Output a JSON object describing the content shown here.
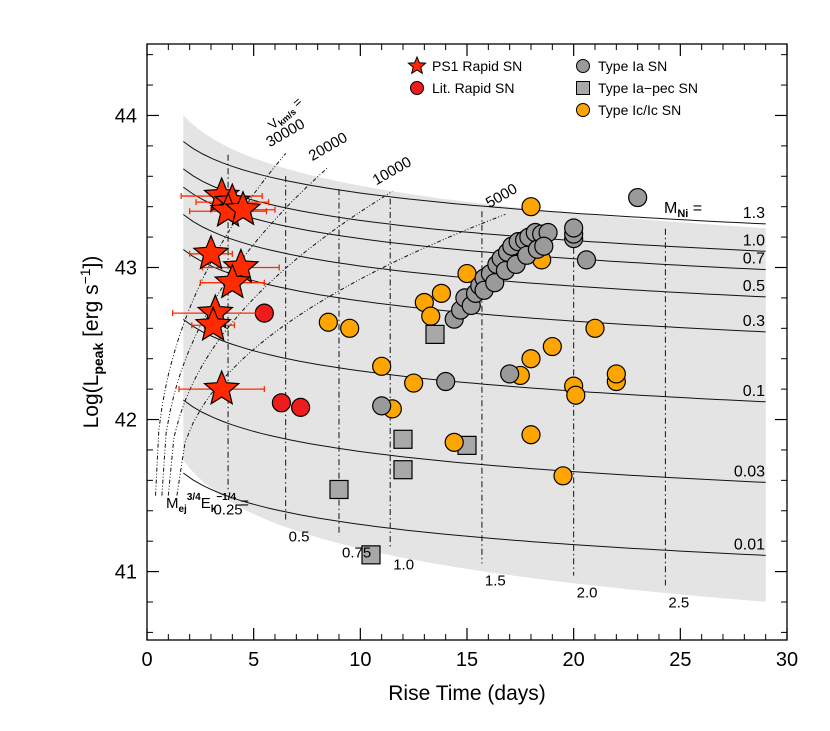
{
  "chart_data": {
    "type": "scatter",
    "xlabel": "Rise Time (days)",
    "ylabel": "Log(L",
    "ylabel_sub": "peak",
    "ylabel_unit": " [erg s",
    "ylabel_sup": "−1",
    "ylabel_end": "])",
    "xlim": [
      0,
      30
    ],
    "ylim": [
      40.55,
      44.47
    ],
    "x_ticks": [
      0,
      5,
      10,
      15,
      20,
      25,
      30
    ],
    "y_ticks": [
      41,
      42,
      43,
      44
    ],
    "legend_position": "top-right",
    "legend": [
      {
        "label": "PS1 Rapid SN",
        "marker": "star",
        "color": "#ff2a00"
      },
      {
        "label": "Lit. Rapid SN",
        "marker": "circle",
        "color": "#ee1c1c"
      },
      {
        "label": "Type Ia SN",
        "marker": "circle",
        "color": "#9a9a9a"
      },
      {
        "label": "Type Ia−pec SN",
        "marker": "square",
        "color": "#a8a8a8"
      },
      {
        "label": "Type Ic/Ic SN",
        "marker": "circle",
        "color": "#ffa500"
      }
    ],
    "colors": {
      "shade": "#e4e4e4",
      "ps1": "#ff2a00",
      "lit": "#ee1c1c",
      "ia": "#9a9a9a",
      "iapec": "#a8a8a8",
      "ic": "#ffa500",
      "errbar": "#ff2a00"
    },
    "series": [
      {
        "name": "PS1 Rapid SN",
        "marker": "star",
        "points": [
          [
            3.5,
            43.47,
            1.9
          ],
          [
            4.0,
            43.43,
            1.7
          ],
          [
            3.8,
            43.37,
            1.8
          ],
          [
            4.5,
            43.38,
            1.5
          ],
          [
            3.0,
            43.09,
            1.0
          ],
          [
            4.4,
            43.0,
            1.8
          ],
          [
            4.0,
            42.9,
            1.5
          ],
          [
            3.2,
            42.7,
            2.0
          ],
          [
            3.1,
            42.62,
            1.0
          ],
          [
            3.5,
            42.2,
            2.0
          ]
        ]
      },
      {
        "name": "Lit. Rapid SN",
        "marker": "circle",
        "points": [
          [
            5.5,
            42.7
          ],
          [
            6.3,
            42.11
          ],
          [
            7.2,
            42.08
          ]
        ]
      },
      {
        "name": "Type Ia SN",
        "marker": "circle",
        "points": [
          [
            14.4,
            42.66
          ],
          [
            14.7,
            42.72
          ],
          [
            14.9,
            42.8
          ],
          [
            15.2,
            42.75
          ],
          [
            15.4,
            42.83
          ],
          [
            15.6,
            42.88
          ],
          [
            15.8,
            42.93
          ],
          [
            16.1,
            42.96
          ],
          [
            16.4,
            43.02
          ],
          [
            16.6,
            43.06
          ],
          [
            16.9,
            43.1
          ],
          [
            17.1,
            43.14
          ],
          [
            17.4,
            43.17
          ],
          [
            17.7,
            43.18
          ],
          [
            17.9,
            43.2
          ],
          [
            18.2,
            43.23
          ],
          [
            18.5,
            43.22
          ],
          [
            18.8,
            43.23
          ],
          [
            15.8,
            42.85
          ],
          [
            16.3,
            42.9
          ],
          [
            16.8,
            42.98
          ],
          [
            17.3,
            43.02
          ],
          [
            17.8,
            43.08
          ],
          [
            18.3,
            43.12
          ],
          [
            18.6,
            43.14
          ],
          [
            20.0,
            43.19
          ],
          [
            20.0,
            43.22
          ],
          [
            20.0,
            43.26
          ],
          [
            20.6,
            43.05
          ],
          [
            23.0,
            43.46
          ],
          [
            17.0,
            42.3
          ],
          [
            14.0,
            42.25
          ],
          [
            11.0,
            42.09
          ]
        ]
      },
      {
        "name": "Type Ia−pec SN",
        "marker": "square",
        "points": [
          [
            13.5,
            42.56
          ],
          [
            12.0,
            41.87
          ],
          [
            12.0,
            41.67
          ],
          [
            15.0,
            41.83
          ],
          [
            9.0,
            41.54
          ],
          [
            10.5,
            41.11
          ]
        ]
      },
      {
        "name": "Type Ic/Ic SN",
        "marker": "circle",
        "points": [
          [
            8.5,
            42.64
          ],
          [
            9.5,
            42.6
          ],
          [
            11.0,
            42.35
          ],
          [
            11.5,
            42.07
          ],
          [
            12.5,
            42.24
          ],
          [
            13.0,
            42.77
          ],
          [
            13.3,
            42.68
          ],
          [
            13.8,
            42.83
          ],
          [
            15.0,
            42.96
          ],
          [
            14.4,
            41.85
          ],
          [
            17.5,
            42.29
          ],
          [
            18.0,
            42.4
          ],
          [
            18.0,
            41.9
          ],
          [
            18.0,
            43.4
          ],
          [
            18.5,
            43.05
          ],
          [
            19.0,
            42.48
          ],
          [
            19.5,
            41.63
          ],
          [
            20.0,
            42.22
          ],
          [
            20.1,
            42.16
          ],
          [
            21.0,
            42.6
          ],
          [
            22.0,
            42.25
          ],
          [
            22.0,
            42.3
          ]
        ]
      }
    ],
    "mni_curves": [
      {
        "label": "1.3",
        "at30": 43.28
      },
      {
        "label": "1.0",
        "at30": 43.1
      },
      {
        "label": "0.7",
        "at30": 42.98
      },
      {
        "label": "0.5",
        "at30": 42.8
      },
      {
        "label": "0.3",
        "at30": 42.57
      },
      {
        "label": "0.1",
        "at30": 42.11
      },
      {
        "label": "0.03",
        "at30": 41.58
      },
      {
        "label": "0.01",
        "at30": 41.1
      }
    ],
    "shade_band": {
      "upper_at2": 43.96,
      "upper_at30": 43.25,
      "lower_at2": 41.68,
      "lower_at30": 40.79,
      "x_start": 1.7,
      "x_end": 29.0
    },
    "ejecta_lines": [
      {
        "label": "0.25",
        "x": 3.8
      },
      {
        "label": "0.5",
        "x": 6.5
      },
      {
        "label": "0.75",
        "x": 9.0
      },
      {
        "label": "1.0",
        "x": 11.4
      },
      {
        "label": "1.5",
        "x": 15.7
      },
      {
        "label": "2.0",
        "x": 20.0
      },
      {
        "label": "2.5",
        "x": 24.3
      }
    ],
    "velocity_curves": [
      {
        "label": "30000",
        "x0": 0.4,
        "x1": 6.5
      },
      {
        "label": "20000",
        "x0": 0.7,
        "x1": 8.5
      },
      {
        "label": "10000",
        "x0": 1.0,
        "x1": 11.5
      },
      {
        "label": "5000",
        "x0": 1.4,
        "x1": 16.8
      }
    ],
    "annotations": {
      "mni_title": "M",
      "mni_sub": "Ni",
      "mni_eq": " = ",
      "vel_title": "V",
      "vel_sub": "km/s",
      "vel_eq": " =",
      "ej_M": "M",
      "ej_Msub": "ej",
      "ej_Msup": "3/4",
      "ej_E": "E",
      "ej_Esub": "k",
      "ej_Esup": "−1/4",
      "ej_eq": " ="
    }
  }
}
